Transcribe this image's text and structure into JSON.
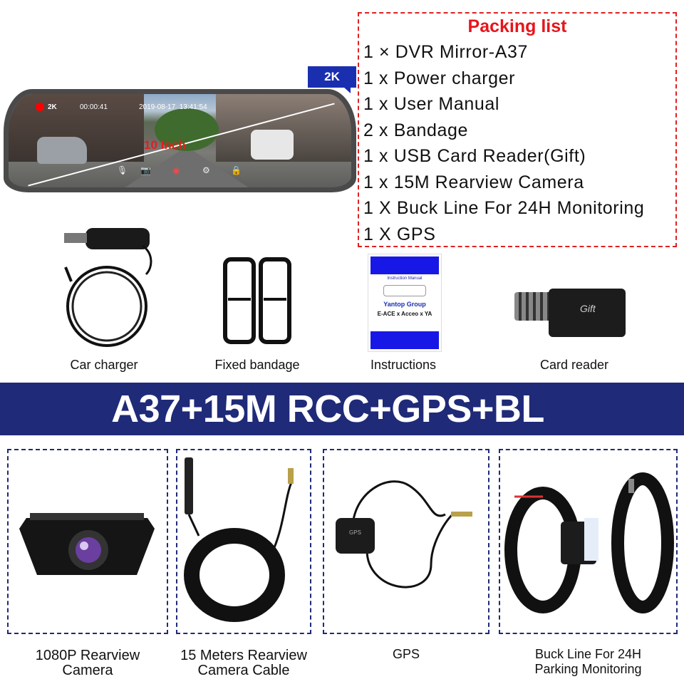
{
  "mirror": {
    "badge": "2K",
    "osd_resolution": "2K",
    "osd_timer": "00:00:41",
    "osd_datetime": "2019-08-17  13:41:54",
    "size_label": "10 Inch"
  },
  "packing_list": {
    "title": "Packing list",
    "items": [
      "1 × DVR Mirror-A37",
      "1 x Power charger",
      "1 x User Manual",
      "2 x Bandage",
      "1 x USB Card Reader(Gift)",
      "1 x 15M Rearview Camera",
      "1 X Buck Line For 24H Monitoring",
      "1 X GPS"
    ]
  },
  "accessories": [
    {
      "label": "Car charger"
    },
    {
      "label": "Fixed bandage"
    },
    {
      "label": "Instructions"
    },
    {
      "label": "Card reader"
    }
  ],
  "instructions_booklet": {
    "title": "Instruction Manual",
    "company": "Yantop Group",
    "brands": "E-ACE x Acceo x YA"
  },
  "card_reader": {
    "label": "Gift"
  },
  "banner": {
    "text": "A37+15M RCC+GPS+BL"
  },
  "products": [
    {
      "label_line1": "1080P Rearview",
      "label_line2": "Camera"
    },
    {
      "label_line1": "15 Meters Rearview",
      "label_line2": "Camera Cable"
    },
    {
      "label_line1": "GPS",
      "label_line2": ""
    },
    {
      "label_line1": "Buck Line For 24H",
      "label_line2": "Parking Monitoring"
    }
  ],
  "gps_module": {
    "label": "GPS"
  },
  "colors": {
    "banner": "#1f2a78",
    "packing_title": "#e8141b",
    "badge": "#1a2fb0"
  }
}
